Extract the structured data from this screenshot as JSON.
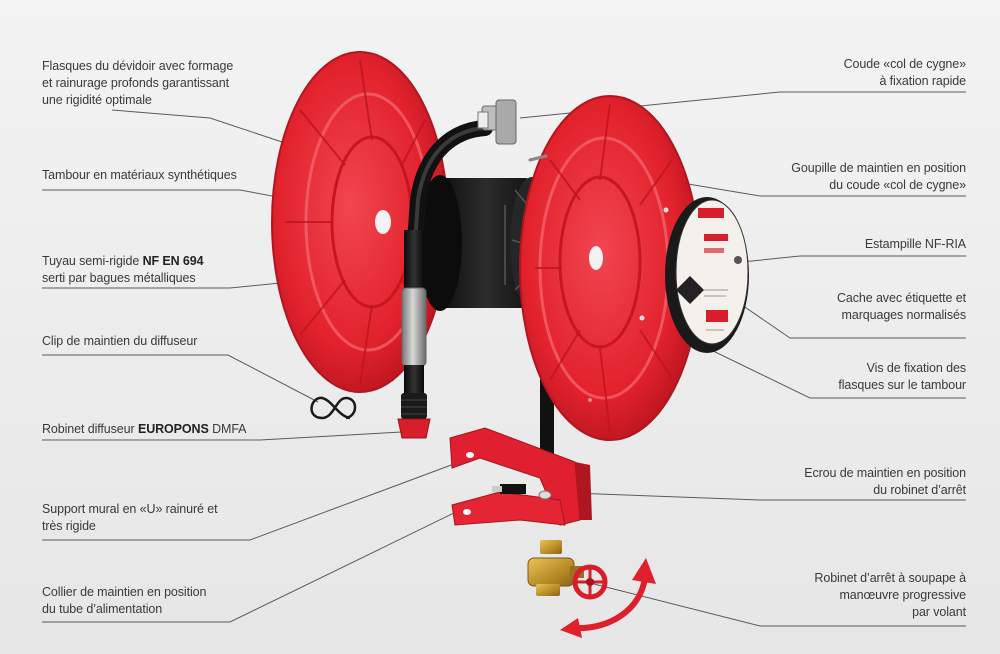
{
  "colors": {
    "flange_red": "#e8242f",
    "bracket_red": "#e02030",
    "drum_black": "#1c1c1c",
    "leader_line": "#5a5a5a",
    "valve_brass": "#c9a33a"
  },
  "labels_left": [
    {
      "id": "flasques",
      "text": "Flasques du dévidoir avec formage\net rainurage profonds garantissant\nune rigidité optimale"
    },
    {
      "id": "tambour",
      "text": "Tambour en matériaux synthétiques"
    },
    {
      "id": "tuyau",
      "pre": "Tuyau semi-rigide ",
      "bold": "NF EN 694",
      "post": "\nserti par bagues métalliques"
    },
    {
      "id": "clip",
      "text": "Clip de maintien du diffuseur"
    },
    {
      "id": "robinet-diffuseur",
      "pre": "Robinet diffuseur ",
      "bold": "EUROPONS",
      "post": " DMFA"
    },
    {
      "id": "support",
      "text": "Support mural en «U» rainuré et\ntrès rigide"
    },
    {
      "id": "collier",
      "text": "Collier de maintien en position\ndu tube d’alimentation"
    }
  ],
  "labels_right": [
    {
      "id": "coude",
      "text": "Coude «col de cygne»\nà fixation rapide"
    },
    {
      "id": "goupille",
      "text": "Goupille de maintien en position\ndu coude «col de cygne»"
    },
    {
      "id": "estampille",
      "text": "Estampille NF-RIA"
    },
    {
      "id": "cache",
      "text": "Cache avec étiquette et\nmarquages normalisés"
    },
    {
      "id": "vis",
      "text": "Vis de fixation des\nflasques sur le tambour"
    },
    {
      "id": "ecrou",
      "text": "Ecrou de maintien en position\ndu robinet d’arrêt"
    },
    {
      "id": "robinet-arret",
      "text": "Robinet d’arrêt à soupape à\nmanœuvre progressive\npar volant"
    }
  ]
}
